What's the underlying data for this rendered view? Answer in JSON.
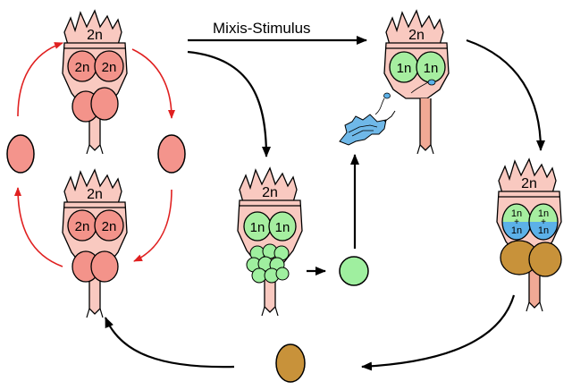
{
  "diagram": {
    "caption": "Mixis-Stimulus",
    "ploidy_diploid": "2n",
    "ploidy_haploid": "1n",
    "ploidy_plus": "+",
    "colors": {
      "body": "#f9c9c0",
      "outline": "#000000",
      "ovary_2n": "#f3938a",
      "ovary_1n": "#a6eea0",
      "egg_amictic": "#f4948c",
      "egg_green": "#9fef9f",
      "egg_resting": "#c8923a",
      "fertilized_top": "#a6eea0",
      "fertilized_bottom": "#5cb1e8",
      "male": "#6fb8e8",
      "red_arrow": "#e02020",
      "black_arrow": "#000000"
    }
  }
}
